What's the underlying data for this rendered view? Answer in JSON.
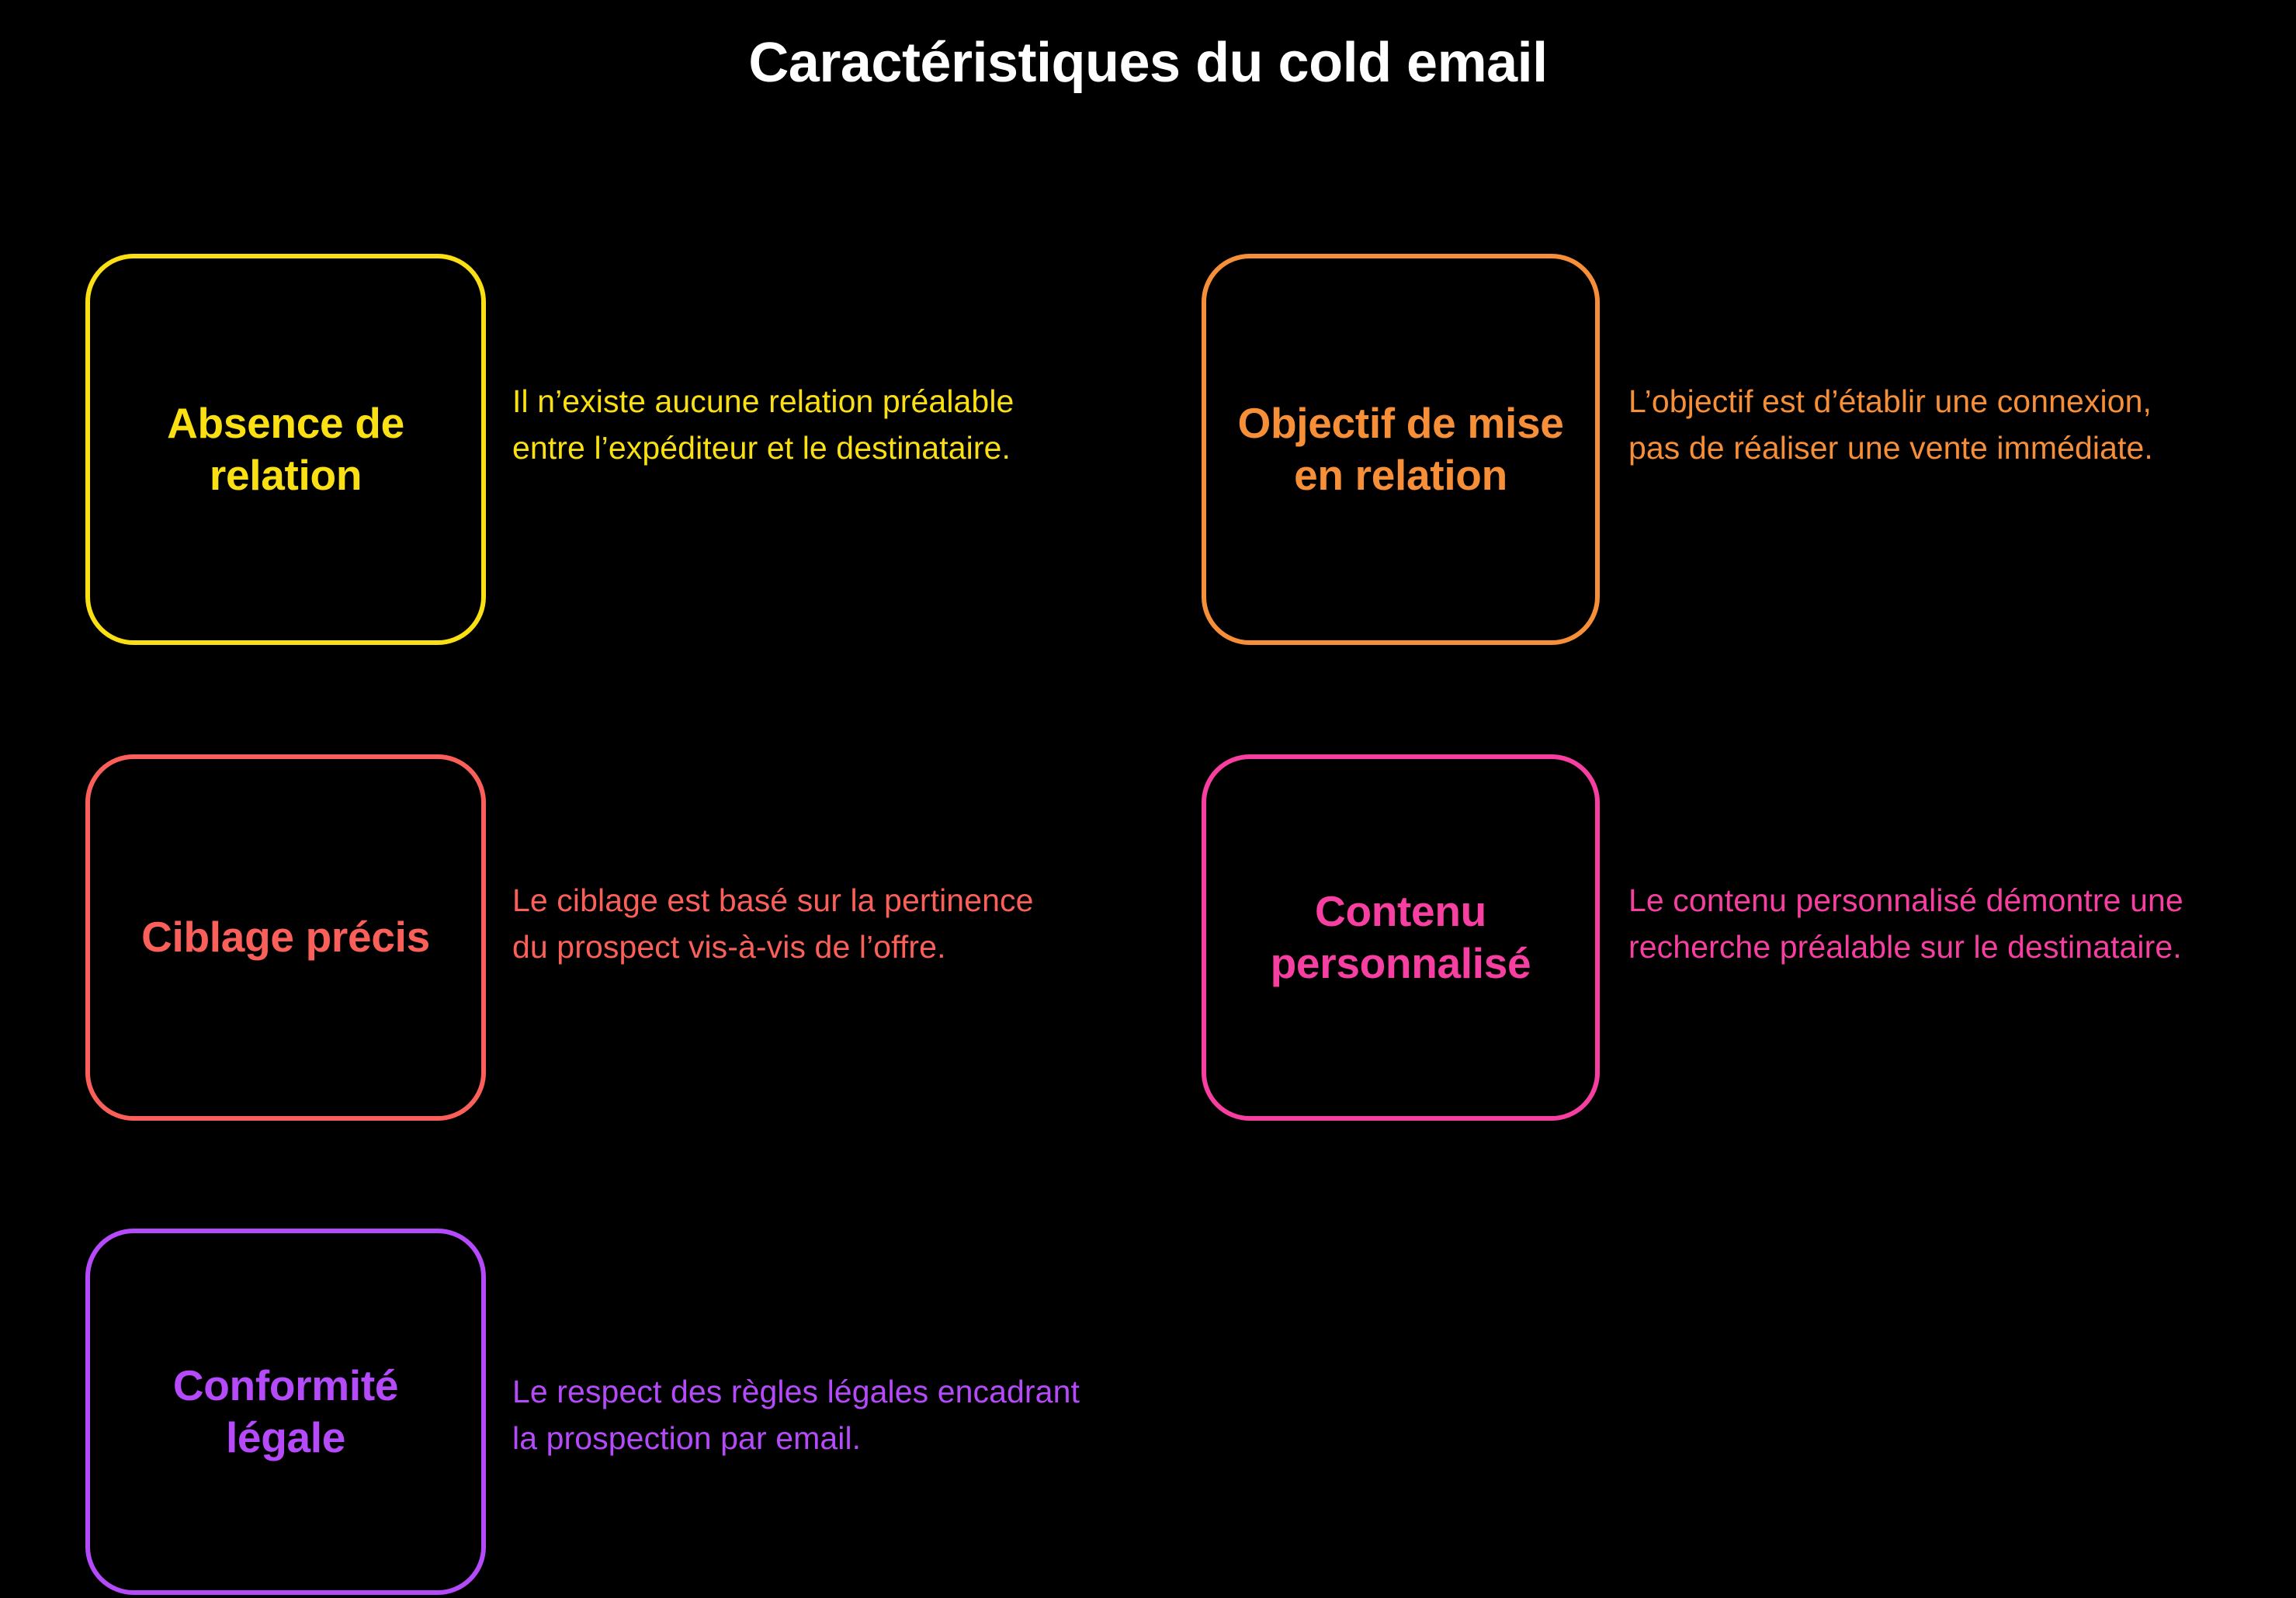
{
  "page": {
    "title": "Caractéristiques du cold email",
    "background_color": "#000000",
    "title_color": "#FFFFFF"
  },
  "items": [
    {
      "id": "absence-de-relation",
      "card_title": "Absence de relation",
      "description": "Il n’existe aucune relation préalable entre l’expéditeur et le destinataire.",
      "color": "#FAE013"
    },
    {
      "id": "objectif-de-mise-en-relation",
      "card_title": "Objectif de mise en relation",
      "description": "L’objectif est d’établir une connexion, pas de réaliser une vente immédiate.",
      "color": "#F68F38"
    },
    {
      "id": "ciblage-precis",
      "card_title": "Ciblage précis",
      "description": "Le ciblage est basé sur la pertinence du prospect vis-à-vis de l’offre.",
      "color": "#FB5F5A"
    },
    {
      "id": "contenu-personnalise",
      "card_title": "Contenu personnalisé",
      "description": "Le contenu personnalisé démontre une recherche préalable sur le destinataire.",
      "color": "#F63FA0"
    },
    {
      "id": "conformite-legale",
      "card_title": "Conformité légale",
      "description": "Le respect des règles légales encadrant la prospection par email.",
      "color": "#B44AFA"
    }
  ]
}
